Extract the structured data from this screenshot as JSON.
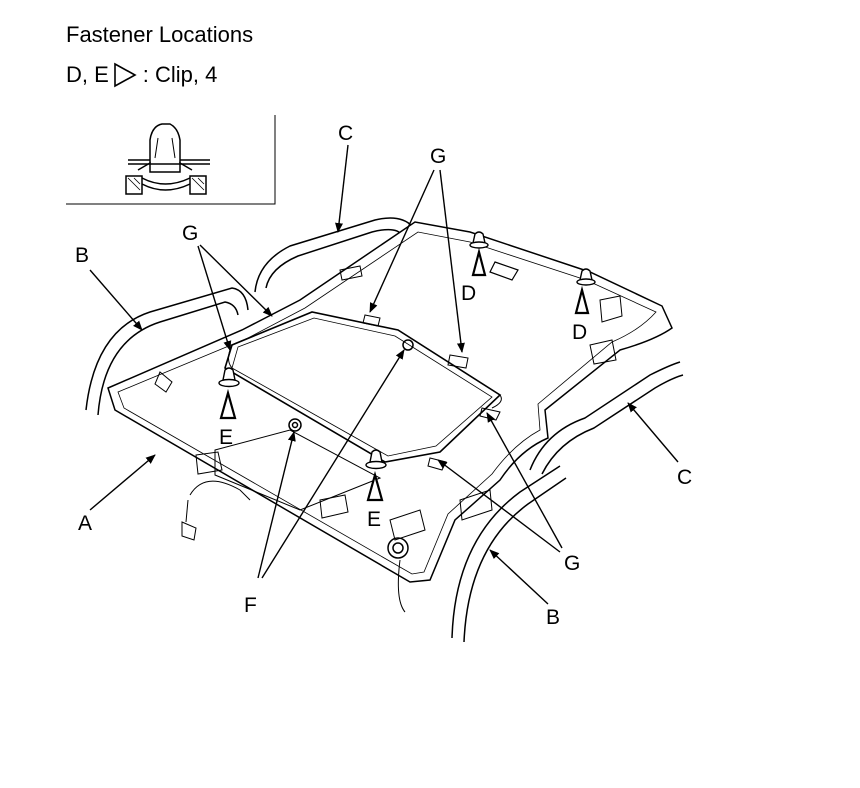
{
  "header": {
    "title": "Fastener Locations",
    "legend_prefix": "D, E",
    "legend_suffix": ": Clip, 4"
  },
  "callouts": {
    "a": "A",
    "b": "B",
    "c": "C",
    "d": "D",
    "e": "E",
    "f": "F",
    "g": "G"
  }
}
